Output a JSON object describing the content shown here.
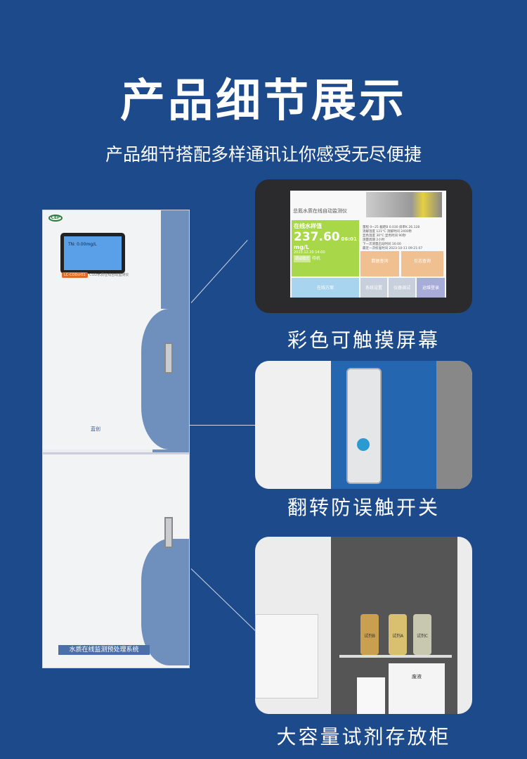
{
  "header": {
    "title": "产品细节展示",
    "subtitle": "产品细节搭配多样通讯让你感受无尽便捷"
  },
  "cabinet": {
    "logo": "CEP",
    "model_tag": "LC-CODcr01",
    "model_desc": "COD水质在线自动监测仪",
    "screen_text": "TN: 0.00mg/L",
    "brand": "蓝创",
    "nameplate": "水质在线监测预处理系统"
  },
  "screen": {
    "instrument": "总氮水质在线自动监测仪",
    "label": "在线水样值",
    "value": "237.60",
    "time": "06:01",
    "unit": "mg/L",
    "date": "2023.12.20 14:00",
    "mode": "调试模式",
    "status": "待机",
    "info": [
      "量程 0~25  截距B 0.030  斜率K 26.128",
      "消解温度 121°C  消解时间 2400秒",
      "显色温度 30°C  显色时间 90秒",
      "测量周期 2小时",
      "下一次测量启动时间 16:00",
      "最近一次校准时间 2023-10-11 09:21:07"
    ],
    "buttons": [
      "数据查询",
      "日志查询",
      "在线方案",
      "系统设置",
      "仪器调试",
      "运维登录"
    ]
  },
  "features": [
    {
      "caption": "彩色可触摸屏幕"
    },
    {
      "caption": "翻转防误触开关"
    },
    {
      "caption": "大容量试剂存放柜"
    }
  ],
  "reagents": [
    "试剂B",
    "试剂A",
    "试剂C",
    "废液"
  ]
}
